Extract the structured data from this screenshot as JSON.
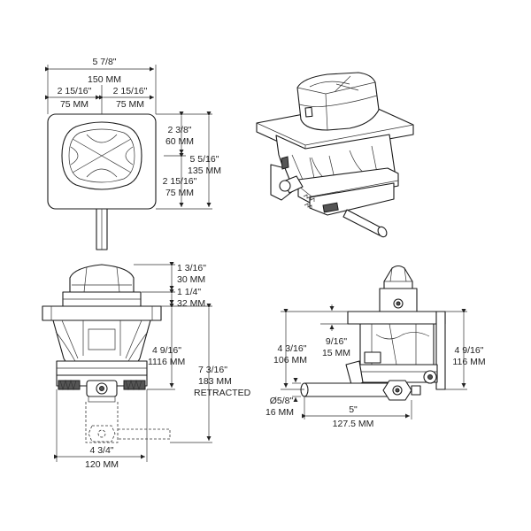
{
  "top_view": {
    "overall_width_in": "5 7/8\"",
    "overall_width_mm": "150 MM",
    "left_half_in": "2 15/16\"",
    "left_half_mm": "75 MM",
    "right_half_in": "2 15/16\"",
    "right_half_mm": "75 MM",
    "upper_depth_in": "2 3/8\"",
    "upper_depth_mm": "60 MM",
    "overall_depth_in": "5 5/16\"",
    "overall_depth_mm": "135 MM",
    "lower_depth_in": "2 15/16\"",
    "lower_depth_mm": "75 MM"
  },
  "front_view": {
    "cone_height_in": "1 3/16\"",
    "cone_height_mm": "30 MM",
    "collar_height_in": "1 1/4\"",
    "collar_height_mm": "32 MM",
    "body_height_in": "4 9/16\"",
    "body_height_mm": "1116 MM",
    "retracted_height_in": "7 3/16\"",
    "retracted_height_mm": "183 MM",
    "retracted_label": "RETRACTED",
    "width_in": "4 3/4\"",
    "width_mm": "120 MM"
  },
  "side_view": {
    "pin_height_in": "4 3/16\"",
    "pin_height_mm": "106 MM",
    "offset_in": "9/16\"",
    "offset_mm": "15 MM",
    "overall_height_in": "4 9/16\"",
    "overall_height_mm": "116 MM",
    "pin_diameter_in": "Ø5/8\"",
    "pin_diameter_mm": "16 MM",
    "handle_length_in": "5\"",
    "handle_length_mm": "127.5 MM"
  }
}
